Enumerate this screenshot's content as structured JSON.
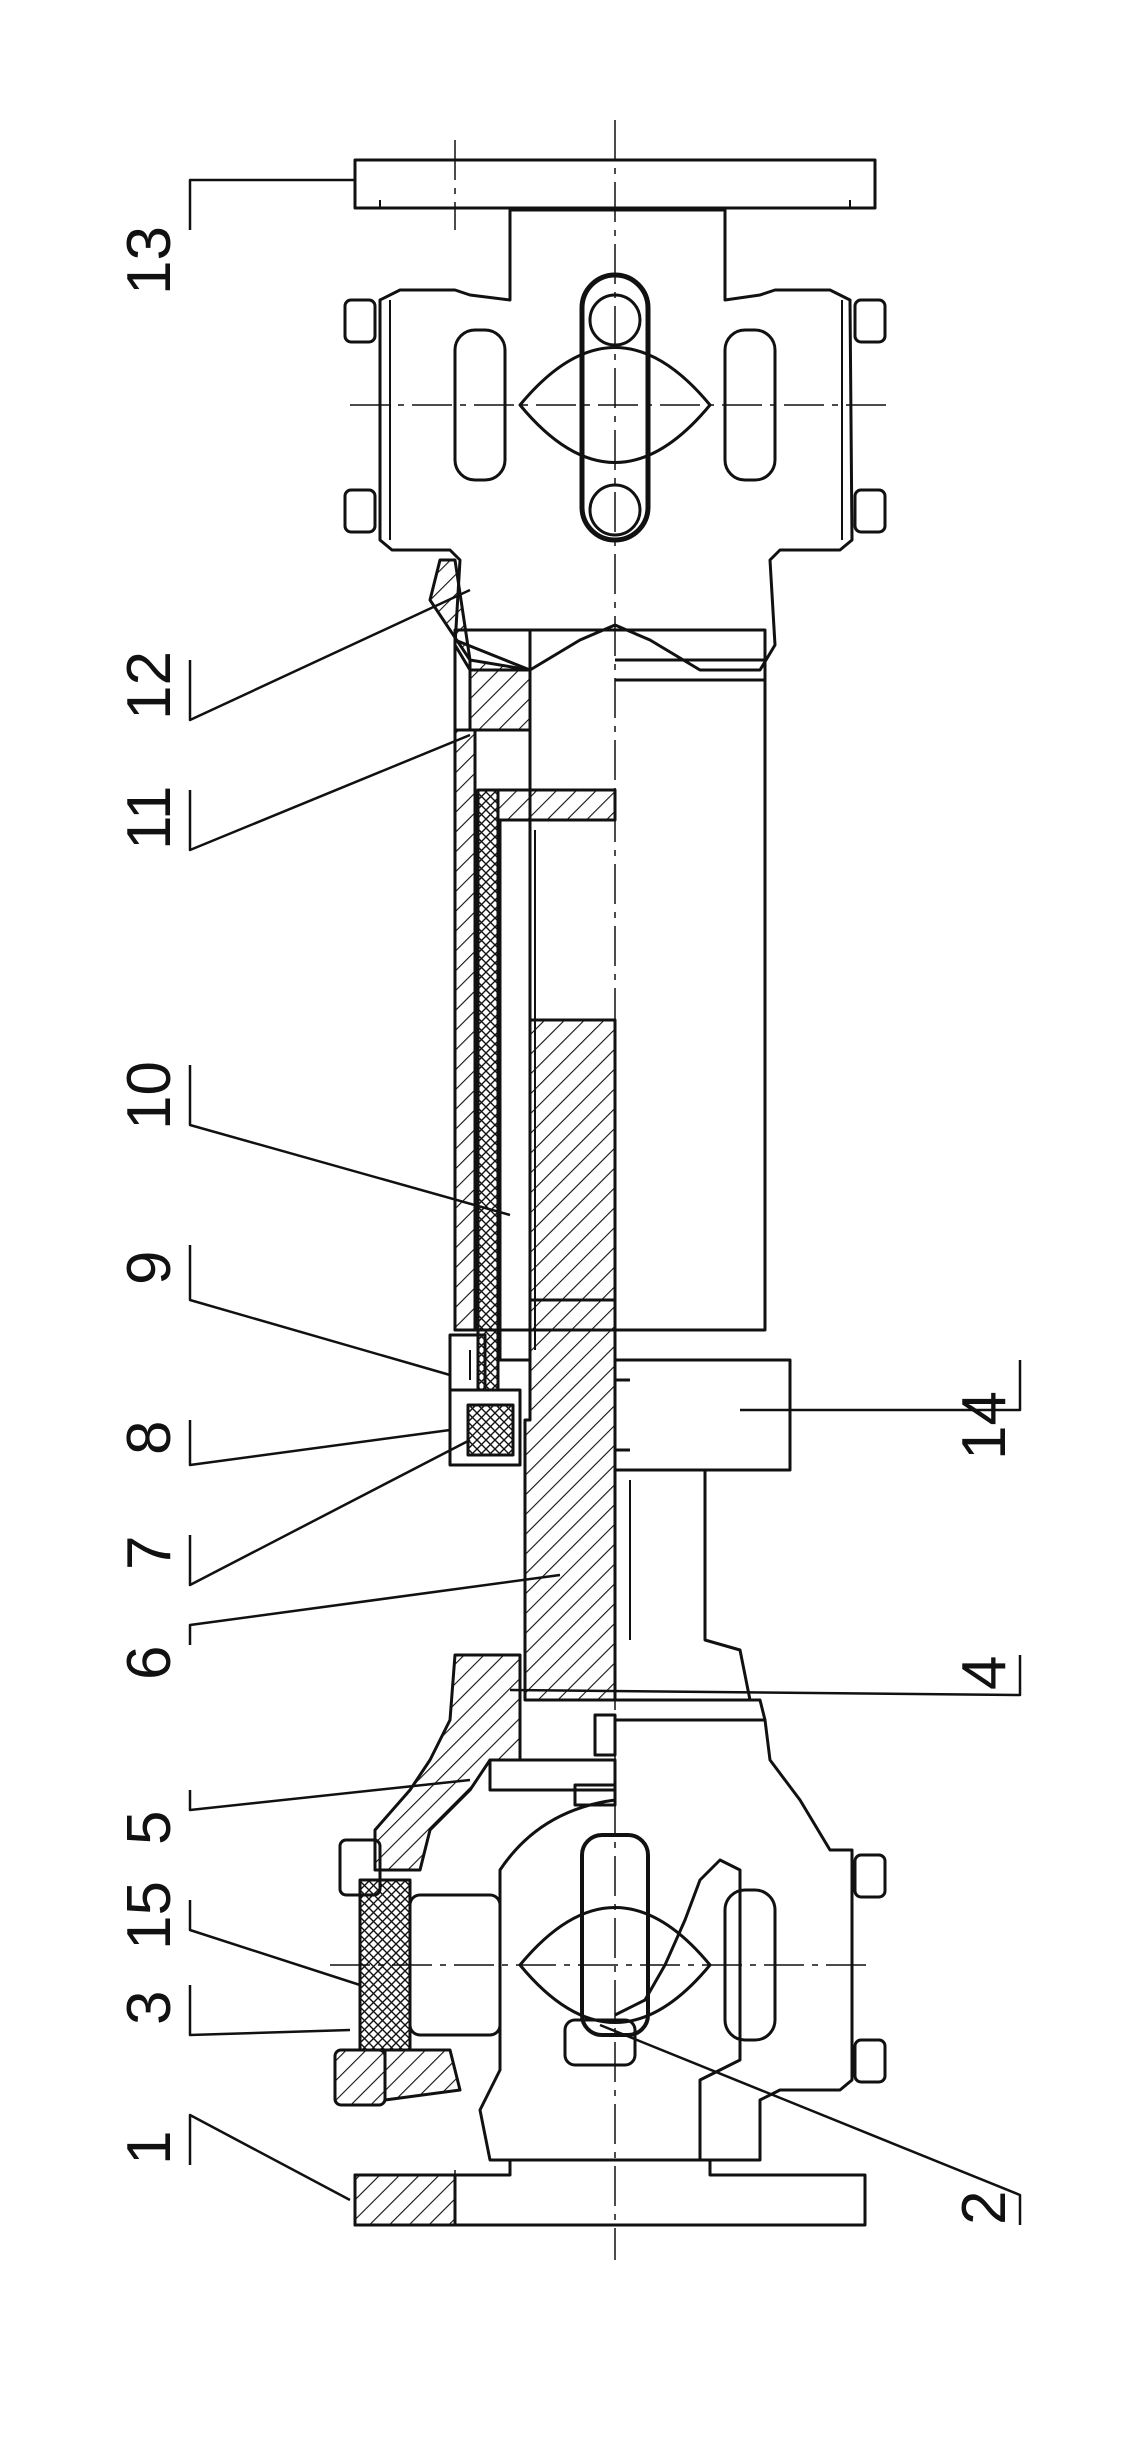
{
  "diagram": {
    "labels": [
      {
        "id": "1",
        "text": "1"
      },
      {
        "id": "3",
        "text": "3"
      },
      {
        "id": "15",
        "text": "15"
      },
      {
        "id": "5",
        "text": "5"
      },
      {
        "id": "6",
        "text": "6"
      },
      {
        "id": "7",
        "text": "7"
      },
      {
        "id": "8",
        "text": "8"
      },
      {
        "id": "9",
        "text": "9"
      },
      {
        "id": "10",
        "text": "10"
      },
      {
        "id": "11",
        "text": "11"
      },
      {
        "id": "12",
        "text": "12"
      },
      {
        "id": "13",
        "text": "13"
      },
      {
        "id": "2",
        "text": "2"
      },
      {
        "id": "4",
        "text": "4"
      },
      {
        "id": "14",
        "text": "14"
      }
    ],
    "colors": {
      "ink": "#111111",
      "background": "#ffffff"
    }
  }
}
